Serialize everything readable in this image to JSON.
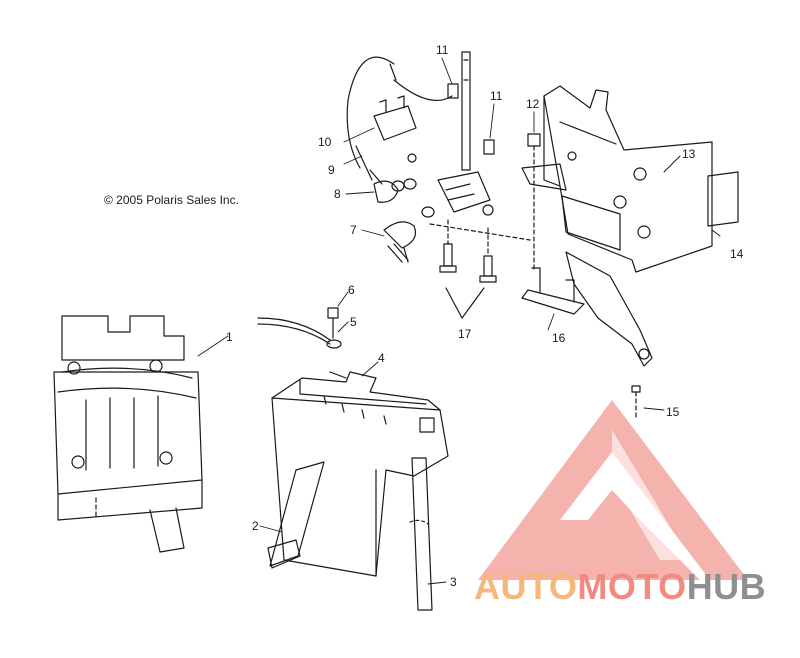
{
  "copyright": "© 2005 Polaris Sales Inc.",
  "callouts": [
    "1",
    "2",
    "3",
    "4",
    "5",
    "6",
    "7",
    "8",
    "9",
    "10",
    "11",
    "11",
    "12",
    "13",
    "14",
    "15",
    "16",
    "17"
  ],
  "watermark": {
    "part1": "AUTO",
    "part2": "MOTO",
    "part3": "HUB",
    "colors": {
      "part1": "#f7b77a",
      "part2": "#f28a82",
      "part3": "#8f8f8f",
      "logo": "#f4a6a0"
    }
  }
}
